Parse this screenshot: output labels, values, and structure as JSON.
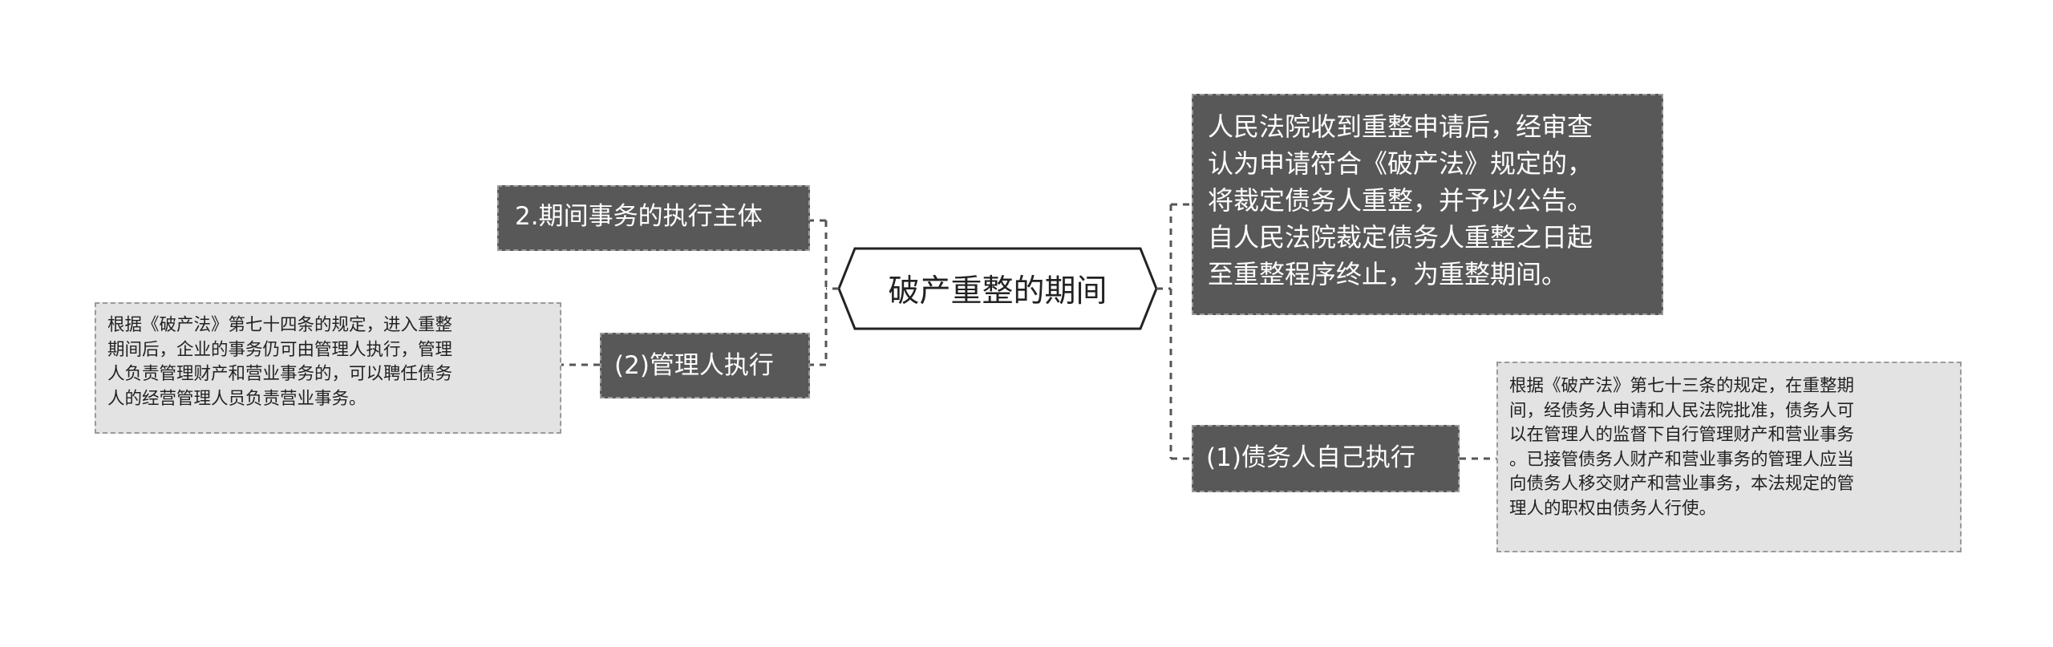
{
  "mindmap": {
    "root": "破产重整的期间",
    "left_branches": [
      {
        "label": "2.期间事务的执行主体"
      },
      {
        "label": "(2)管理人执行",
        "detail": "根据《破产法》第七十四条的规定，进入重整\n期间后，企业的事务仍可由管理人执行，管理\n人负责管理财产和营业事务的，可以聘任债务\n人的经营管理人员负责营业事务。"
      }
    ],
    "right_branches": [
      {
        "label": "人民法院收到重整申请后，经审查\n认为申请符合《破产法》规定的，\n将裁定债务人重整，并予以公告。\n自人民法院裁定债务人重整之日起\n至重整程序终止，为重整期间。"
      },
      {
        "label": "(1)债务人自己执行",
        "detail": "根据《破产法》第七十三条的规定，在重整期\n间，经债务人申请和人民法院批准，债务人可\n以在管理人的监督下自行管理财产和营业事务\n。已接管债务人财产和营业事务的管理人应当\n向债务人移交财产和营业事务，本法规定的管\n理人的职权由债务人行使。"
      }
    ]
  },
  "colors": {
    "dark_node": "#585858",
    "light_node": "#e3e3e3",
    "connector": "#555555"
  }
}
